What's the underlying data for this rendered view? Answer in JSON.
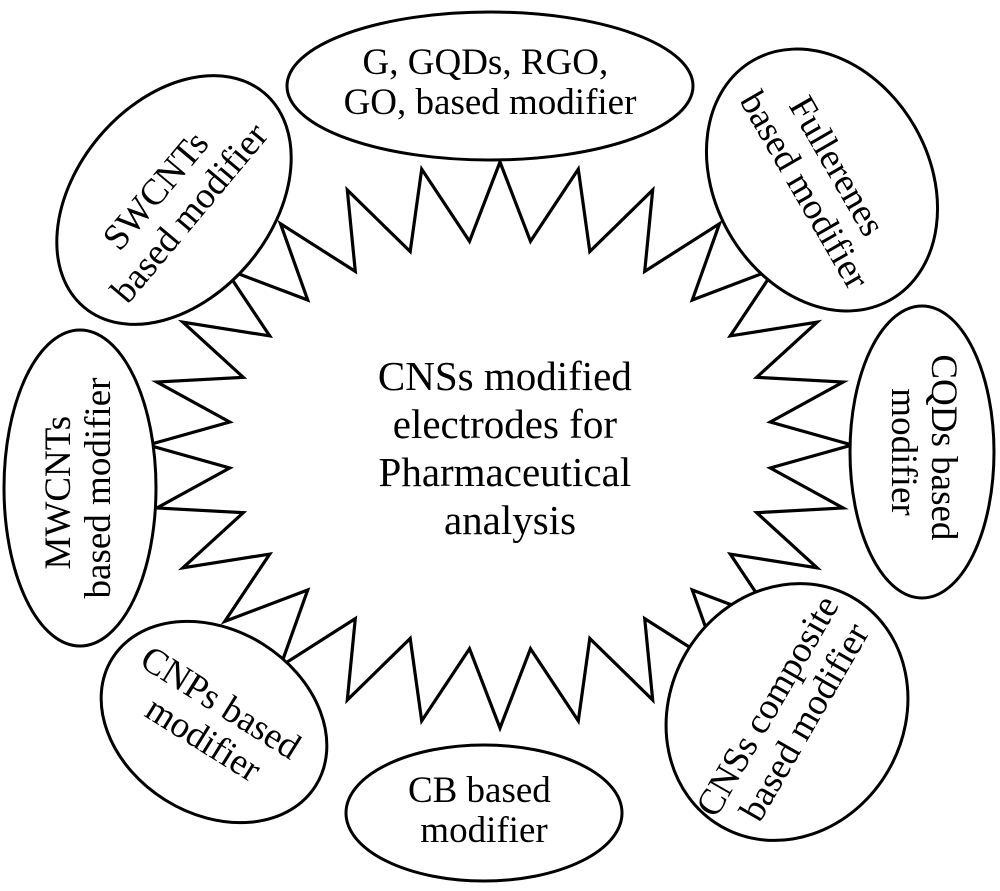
{
  "center": {
    "lines": [
      "CNSs modified",
      "electrodes for",
      "Pharmaceutical",
      "analysis"
    ]
  },
  "modifiers": [
    {
      "id": "g-gqds-rgo-go",
      "lines": [
        "G, GQDs, RGO,",
        "GO, based modifier"
      ]
    },
    {
      "id": "fullerenes",
      "lines": [
        "Fullerenes",
        "based modifier"
      ]
    },
    {
      "id": "cqds",
      "lines": [
        "CQDs based",
        "modifier"
      ]
    },
    {
      "id": "cnss-composite",
      "lines": [
        "CNSs composite",
        "based modifier"
      ]
    },
    {
      "id": "cb",
      "lines": [
        "CB based",
        "modifier"
      ]
    },
    {
      "id": "cnps",
      "lines": [
        "CNPs based",
        "modifier"
      ]
    },
    {
      "id": "mwcnts",
      "lines": [
        "MWCNTs",
        "based modifier"
      ]
    },
    {
      "id": "swcnts",
      "lines": [
        "SWCNTs",
        "based modifier"
      ]
    }
  ]
}
